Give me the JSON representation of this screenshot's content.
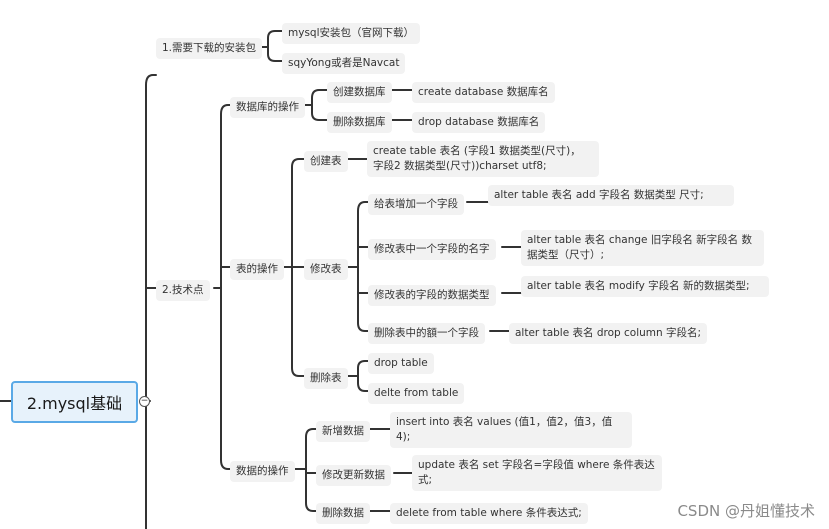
{
  "root": {
    "label": "2.mysql基础",
    "toggle": "−"
  },
  "branches": {
    "download": {
      "label": "1.需要下载的安装包",
      "items": [
        "mysql安装包（官网下载）",
        "sqyYong或者是Navcat"
      ]
    },
    "tech": {
      "label": "2.技术点",
      "database_ops": {
        "label": "数据库的操作",
        "create": {
          "label": "创建数据库",
          "detail": "create   database   数据库名"
        },
        "delete": {
          "label": "删除数据库",
          "detail": "drop    database   数据库名"
        }
      },
      "table_ops": {
        "label": "表的操作",
        "create": {
          "label": "创建表",
          "detail": "create    table   表名   (字段1   数据类型(尺寸)，  字段2    数据类型(尺寸))charset  utf8;"
        },
        "modify": {
          "label": "修改表",
          "add_field": {
            "label": "给表增加一个字段",
            "detail": "alter  table  表名   add     字段名      数据类型    尺寸;"
          },
          "rename_field": {
            "label": "修改表中一个字段的名字",
            "detail": "alter  table  表名   change   旧字段名     新字段名  数据类型（尺寸）;"
          },
          "modify_type": {
            "label": "修改表的字段的数据类型",
            "detail": "alter    table   表名    modify   字段名    新的数据类型;"
          },
          "drop_field": {
            "label": "删除表中的額一个字段",
            "detail": "alter   table    表名    drop    column    字段名;"
          }
        },
        "drop": {
          "label": "删除表",
          "items": [
            "drop   table",
            "delte   from   table"
          ]
        }
      },
      "data_ops": {
        "label": "数据的操作",
        "insert": {
          "label": "新增数据",
          "detail": "insert    into    表名    values (值1，值2，值3，值4);"
        },
        "update": {
          "label": "修改更新数据",
          "detail": "update    表名    set    字段名=字段值   where    条件表达式;"
        },
        "delete": {
          "label": "删除数据",
          "detail": "delete   from    table    where    条件表达式;"
        }
      }
    }
  },
  "watermark": "CSDN @丹姐懂技术",
  "colors": {
    "line": "#333333",
    "node_bg": "#f2f2f2",
    "root_border": "#5aa9e6",
    "root_bg": "#e7f2fb"
  }
}
